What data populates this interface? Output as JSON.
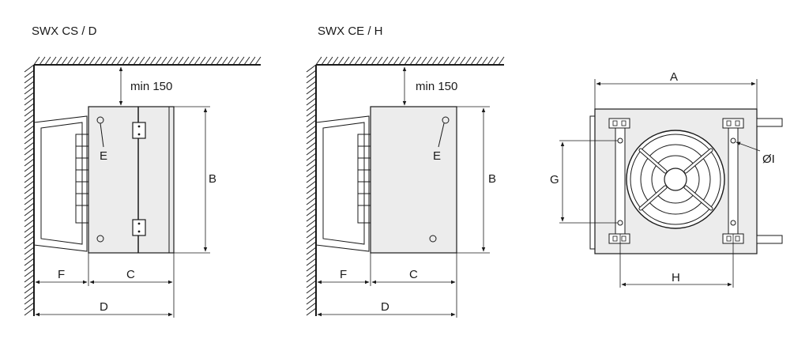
{
  "titles": {
    "left": "SWX CS / D",
    "middle": "SWX CE / H"
  },
  "labels": {
    "min": "min 150",
    "A": "A",
    "B": "B",
    "C": "C",
    "D": "D",
    "E": "E",
    "F": "F",
    "G": "G",
    "H": "H",
    "I": "ØI"
  }
}
